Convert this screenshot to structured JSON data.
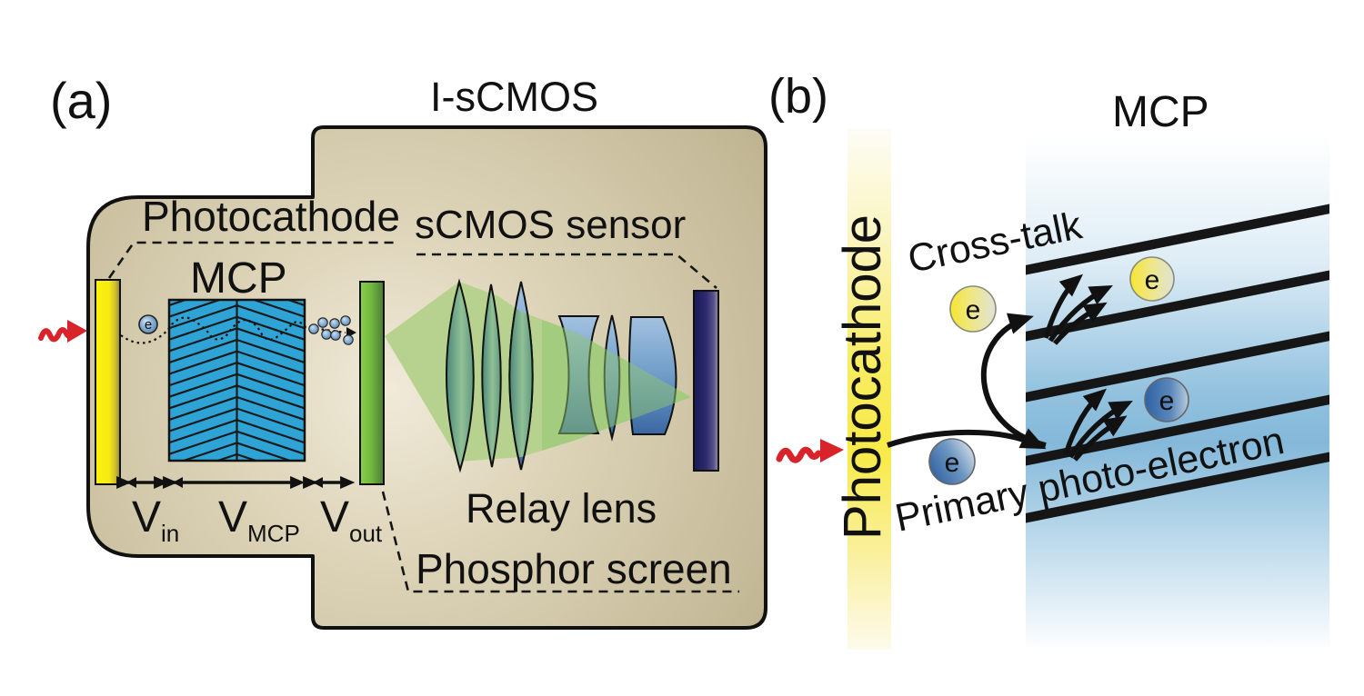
{
  "figure": {
    "panel_a": {
      "label": "(a)",
      "title": "I-sCMOS",
      "photocathode_label": "Photocathode",
      "mcp_label": "MCP",
      "scmos_sensor_label": "sCMOS sensor",
      "relay_lens_label": "Relay lens",
      "phosphor_screen_label": "Phosphor screen",
      "v_in": {
        "base": "V",
        "sub": "in"
      },
      "v_mcp": {
        "base": "V",
        "sub": "MCP"
      },
      "v_out": {
        "base": "V",
        "sub": "out"
      },
      "electron_label": "e"
    },
    "panel_b": {
      "label": "(b)",
      "title": "MCP",
      "photocathode_label": "Photocathode",
      "cross_talk_label": "Cross-talk",
      "primary_label": "Primary photo-electron",
      "electron_label": "e"
    },
    "colors": {
      "body_tan": "#cdc3a3",
      "photocathode_yellow": "#f7ea13",
      "mcp_blue": "#2ea4d6",
      "phosphor_green": "#72ba3e",
      "sensor_navy": "#23236a",
      "photon_red": "#d8232a",
      "light_cone_green": "#b7d28e",
      "panel_b_mcp_blue": "#84b8d9",
      "panel_b_yellow": "#f7ea48",
      "line_black": "#161616"
    }
  }
}
